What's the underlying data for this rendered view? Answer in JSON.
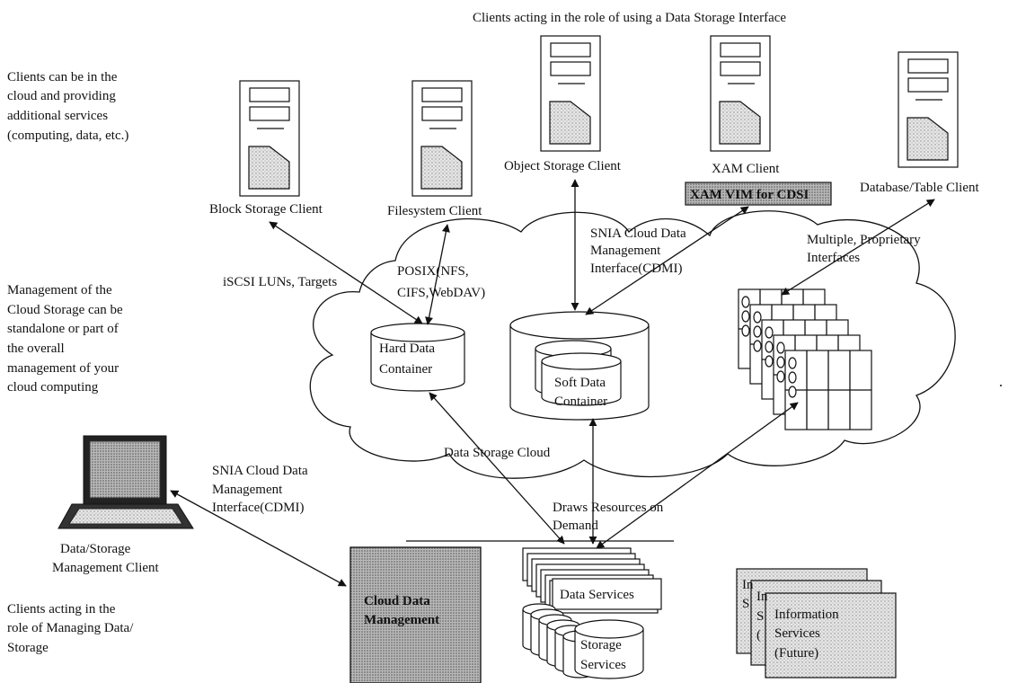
{
  "side_notes": {
    "clients_in_cloud": [
      "Clients can be in the",
      "cloud and providing",
      "additional services",
      "(computing, data, etc.)"
    ],
    "management_note": [
      "Management of the",
      "Cloud Storage can be",
      "standalone or part of",
      "the overall",
      "management of your",
      "cloud computing"
    ],
    "managing_role": [
      "Clients acting in the",
      "role of Managing Data/",
      "Storage"
    ]
  },
  "header": {
    "top_caption": "Clients acting in the role of using a Data Storage Interface"
  },
  "clients": {
    "block": "Block Storage Client",
    "filesystem": "Filesystem Client",
    "object": "Object Storage Client",
    "xam": "XAM Client",
    "xam_vim": "XAM VIM for CDSI",
    "database": "Database/Table Client"
  },
  "interfaces": {
    "iscsi": "iSCSI LUNs, Targets",
    "posix": [
      "POSIX(NFS,",
      "CIFS,WebDAV)"
    ],
    "cdmi_top": [
      "SNIA Cloud Data",
      "Management",
      "Interface(CDMI)"
    ],
    "proprietary": [
      "Multiple, Proprietary",
      "Interfaces"
    ],
    "cdmi_left": [
      "SNIA Cloud Data",
      "Management",
      "Interface(CDMI)"
    ],
    "draws": [
      "Draws Resources on",
      "Demand"
    ]
  },
  "cloud": {
    "label": "Data Storage Cloud",
    "hard_container": [
      "Hard Data",
      "Container"
    ],
    "soft_container": [
      "Soft Data",
      "Container"
    ]
  },
  "management": {
    "client": [
      "Data/Storage",
      "Management Client"
    ],
    "cloud_data_mgmt": [
      "Cloud Data",
      "Management"
    ]
  },
  "services": {
    "data": "Data Services",
    "storage": [
      "Storage",
      "Services"
    ],
    "information": [
      "Information",
      "Services",
      "(Future)"
    ],
    "info_stack_fragments": [
      "In",
      "In",
      "S",
      "S",
      "("
    ]
  }
}
